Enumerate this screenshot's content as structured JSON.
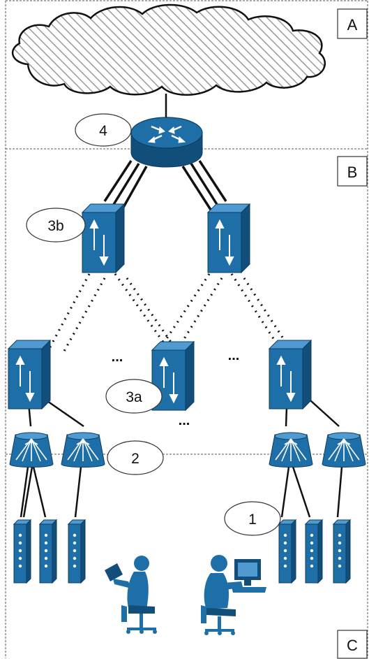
{
  "zones": {
    "a": "A",
    "b": "B",
    "c": "C"
  },
  "callouts": {
    "four": "4",
    "three_b": "3b",
    "three_a": "3a",
    "two": "2",
    "one": "1"
  },
  "ellipses": {
    "left": "...",
    "right": "...",
    "lower": "..."
  },
  "icons": {
    "cloud": "cloud-icon",
    "router": "router-icon",
    "switch": "switch-icon",
    "access_point": "access-point-icon",
    "server": "server-icon",
    "user_laptop": "user-laptop-icon",
    "user_desktop": "user-desktop-icon"
  },
  "colors": {
    "device": "#1e6fa8",
    "device_dark": "#124e7a",
    "device_light": "#4f9bd1",
    "line": "#111111",
    "border": "#555555"
  }
}
